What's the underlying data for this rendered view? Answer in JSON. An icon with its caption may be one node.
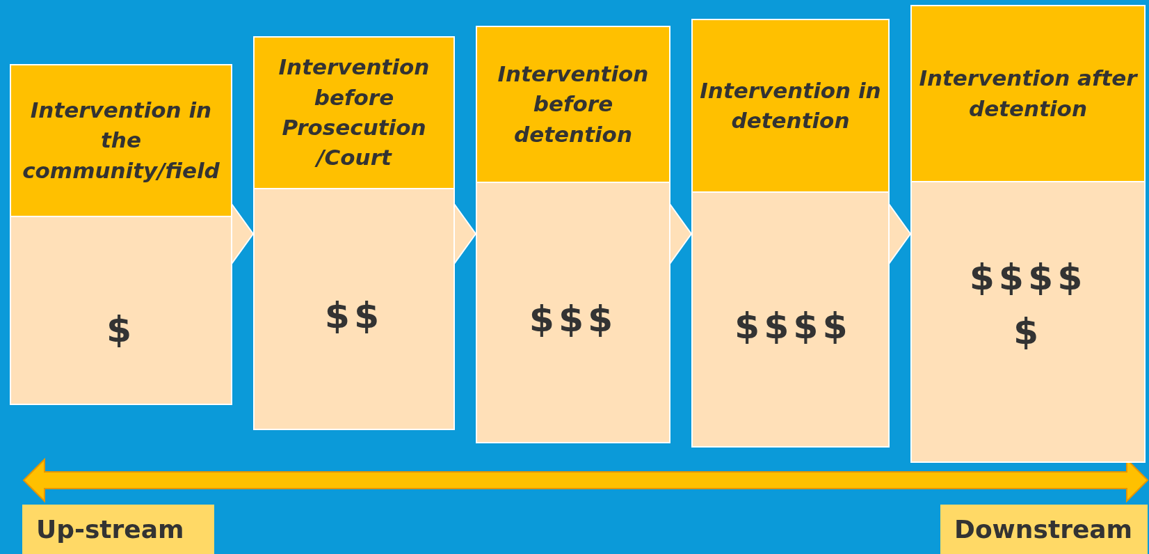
{
  "diagram": {
    "nodes": [
      {
        "text": [
          "Intervention in the community/field",
          "$"
        ]
      },
      {
        "text": [
          "Intervention before Prosecution /Court",
          "$$"
        ]
      },
      {
        "text": [
          "Intervention before detention",
          "$$$"
        ]
      },
      {
        "text": [
          "Intervention in detention",
          "$$$$"
        ]
      },
      {
        "text": [
          "Intervention after detention",
          "$$$$ $"
        ]
      }
    ],
    "edges": [
      {
        "from": 0,
        "to": 1,
        "arrow": "to"
      },
      {
        "from": 1,
        "to": 2,
        "arrow": "to"
      },
      {
        "from": 2,
        "to": 3,
        "arrow": "to"
      },
      {
        "from": 3,
        "to": 4,
        "arrow": "to"
      }
    ],
    "labels": [
      "Up-stream",
      "Downstream"
    ]
  }
}
